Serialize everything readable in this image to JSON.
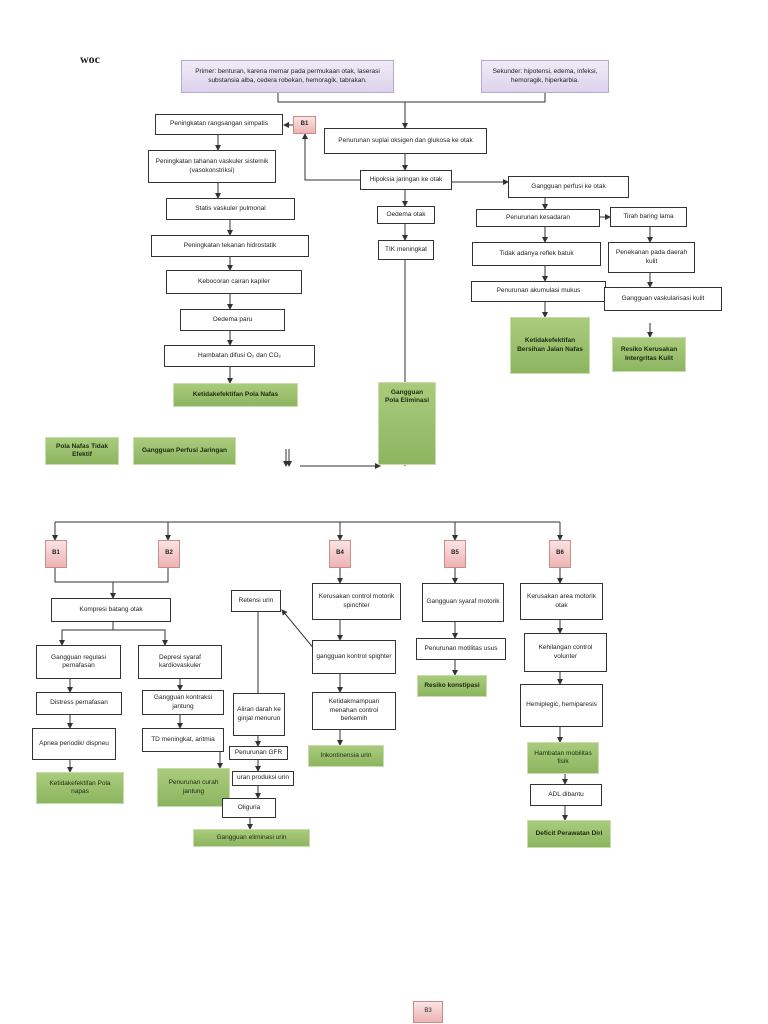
{
  "title": "woc",
  "nodes": {
    "primer": "Primer: benturan, karena memar pada permukaan otak, laserasi substansia alba, cedera robekan, hemoragik, tabrakan.",
    "sekunder": "Sekunder: hipotensi, edema, infeksi, hemoragik, hiperkarbia.",
    "rangsangan": "Peningkatan rangsangan simpatis",
    "b1_top": "B1",
    "tahanan": "Peningkatan tahanan vaskuler sistemik (vasokonstriksi)",
    "statis": "Statis vaskuler pulmonal",
    "hidrostatik": "Peningkatan tekanan hidrostatik",
    "kebocoran": "Kebocoran cairan kapiler",
    "oedema_paru": "Oedema paru",
    "hambatan_difusi": "Hambatan difusi O₂ dan CO₂",
    "pola_nafas": "Ketidakefektifan Pola Nafas",
    "suplai": "Penurunan suplai oksigen dan glukosa ke otak",
    "hipoksia": "Hipoksia jaringan ke otak",
    "oedema_otak": "Oedema otak",
    "tik": "TIK meningkat",
    "gangguan_eliminasi": "Gangguan\nPola Eliminasi",
    "perfusi_otak": "Gangguan perfusi ke otak",
    "kesadaran": "Penurunan kesadaran",
    "tirah": "Tirah baring lama",
    "refleks": "Tidak adanya reflek batuk",
    "penekanan": "Penekanan pada daerah kulit",
    "akumulasi": "Penurunan akumulasi mukus",
    "vaskularisasi": "Gangguan vaskularisasi kulit",
    "bersihan": "Ketidakefektifan Bersihan Jalan Nafas",
    "resiko_kulit": "Resiko Kerusakan Intergritas Kulit",
    "pola_tidak_efektif": "Pola Nafas Tidak Efektif",
    "perfusi_jaringan": "Gangguan Perfusi Jaringan",
    "b1": "B1",
    "b2": "B2",
    "b4": "B4",
    "b5": "B5",
    "b6": "B6",
    "kompresi": "Kompresi batang otak",
    "regulasi": "Gangguan regulasi pernafasan",
    "depresi": "Depresi syaraf kardiovaskuler",
    "distress": "Distress pernafasan",
    "kontraksi": "Gangguan kontraksi jantung",
    "apnea": "Apnea periodik/ dispneu",
    "td": "TD meningkat, aritmia",
    "pola_nafas2": "Ketidakefektifan Pola napas",
    "curah": "Penurunan curah jantung",
    "retensi": "Retensi urin",
    "aliran": "Aliran darah ke ginjal menurun",
    "gfr": "Penurunan GFR",
    "produksi": "uran produksi urin",
    "oliguria": "Oliguria",
    "eliminasi_urin": "Gangguan eliminasi urin",
    "kerusakan_control": "Kerusakan control motorik spinchter",
    "kontrol_spighter": "gangguan kontrol spighter",
    "ketidakmampuan": "Ketidakmampuan menahan control berkemih",
    "inkontinensia": "Inkontinensia urin",
    "syaraf_motorik": "Gangguan syaraf motorik",
    "motilitas": "Penurunan motilitas usus",
    "konstipasi": "Resiko konstipasi",
    "area_motorik": "Kerusakan area motorik otak",
    "kehilangan": "Kehilangan control volunter",
    "hemiplegic": "Hemiplegic, hemiparesis",
    "mobilitas": "Hambatan mobilitas fisik",
    "adl": "ADL dibantu",
    "deficit": "Deficit Perawatan Diri",
    "b3": "B3"
  },
  "colors": {
    "green": "#98bf6c",
    "purple": "#ddd2ec",
    "pink": "#f2c4c4",
    "line": "#333333"
  }
}
